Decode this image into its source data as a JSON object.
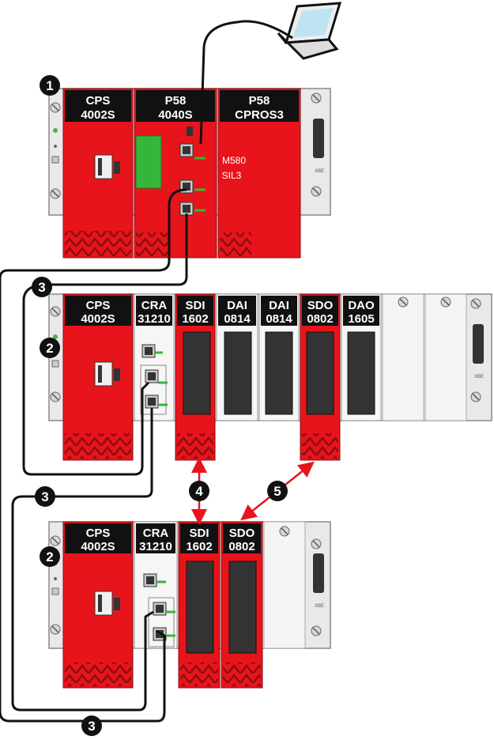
{
  "rack1": {
    "modules": [
      {
        "line1": "CPS",
        "line2": "4002S"
      },
      {
        "line1": "P58",
        "line2": "4040S"
      },
      {
        "line1": "P58",
        "line2": "CPROS3"
      }
    ],
    "cpu_text1": "M580",
    "cpu_text2": "SIL3",
    "bus_label": "XBE"
  },
  "rack2": {
    "modules": [
      {
        "line1": "CPS",
        "line2": "4002S"
      },
      {
        "line1": "CRA",
        "line2": "31210"
      },
      {
        "line1": "SDI",
        "line2": "1602"
      },
      {
        "line1": "DAI",
        "line2": "0814"
      },
      {
        "line1": "DAI",
        "line2": "0814"
      },
      {
        "line1": "SDO",
        "line2": "0802"
      },
      {
        "line1": "DAO",
        "line2": "1605"
      }
    ],
    "bus_label": "XBE"
  },
  "rack3": {
    "modules": [
      {
        "line1": "CPS",
        "line2": "4002S"
      },
      {
        "line1": "CRA",
        "line2": "31210"
      },
      {
        "line1": "SDI",
        "line2": "1602"
      },
      {
        "line1": "SDO",
        "line2": "0802"
      }
    ],
    "bus_label": "XBE"
  },
  "callouts": {
    "c1": "1",
    "c2a": "2",
    "c2b": "2",
    "c3a": "3",
    "c3b": "3",
    "c3c": "3",
    "c4": "4",
    "c5": "5"
  },
  "colors": {
    "safety_red": "#e8141b",
    "label_black": "#111111",
    "rack_gray": "#e9e9e9",
    "cable": "#111111",
    "arrow_red": "#e8141b",
    "cpu_green": "#35b63a"
  }
}
